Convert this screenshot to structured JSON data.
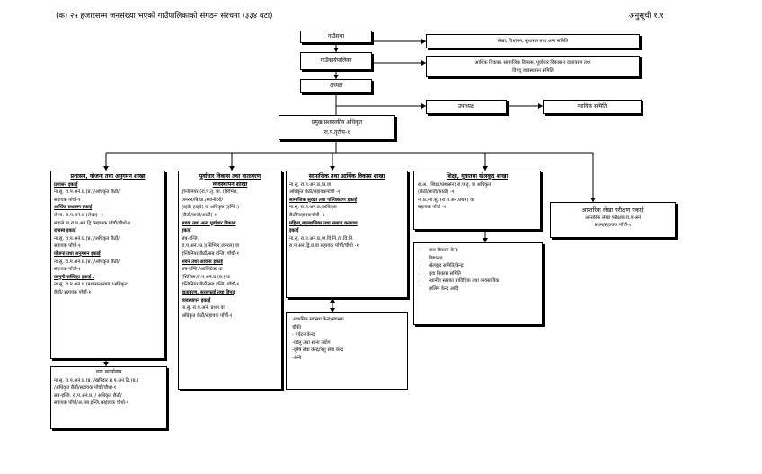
{
  "header": {
    "title": "(क) २५ हजारसम्म जनसंख्या भएको गाउँपालिकाको संगठन संरचना (३३४ वटा)",
    "annex": "अनुसूची १.१"
  },
  "top_nodes": {
    "gaunsabha": "गाउँसभा",
    "gaunkaryapalika": "गाउँकार्यपालिका",
    "adhyaksha": "अध्यक्ष",
    "upadhyaksha": "उपाध्यक्ष",
    "nyayik_samiti": "न्यायिक समिति",
    "cao_title": "प्रमुख प्रशासकीय अधिकृत",
    "cao_rank": "रा.प.तृतीय-१"
  },
  "side_committees": {
    "sabha_committee": "लेखा, विधायन, सुशासन तथा अन्य समिति",
    "karyapalika_committee_line1": "आर्थिक विकास, सामाजिक विकास, पूर्वाधार विकास र वातावरण तथा",
    "karyapalika_committee_line2": "विपद् व्यवस्थापन समिति"
  },
  "branch1": {
    "heading": "प्रशासन, योजना तथा अनुगमन शाखा",
    "lines": [
      {
        "text": "प्रशासन इकाई",
        "u": true
      },
      {
        "text": "ना.सु. रा.प.अनं.प्र.(प्र.)/अधिकृत छैठौं/",
        "u": false
      },
      {
        "text": "सहायक पाँचौं-१",
        "u": false
      },
      {
        "text": "आर्थिक प्रशासन इकाई",
        "u": true
      },
      {
        "text": "ले.पा. रा.प.अनं.प्र (लेखा) -१",
        "u": false
      },
      {
        "text": "सहाले.पा.रा.प.अनं.द्वि./सहायक पाँचौं/चौथो-१",
        "u": false
      },
      {
        "text": "राजस्व इकाई",
        "u": true
      },
      {
        "text": "ना.सु. रा.प.अनं.प्र.(प्र.)/अधिकृत छैठौं/",
        "u": false
      },
      {
        "text": "सहायक पाँचौं-१",
        "u": false
      },
      {
        "text": "योजना तथा अनुगमन इकाई",
        "u": true
      },
      {
        "text": "ना.सु. रा.प.अनं.प्र.(प्र.)/अधिकृत छैठौं/",
        "u": false
      },
      {
        "text": "सहायक पाँचौं-१",
        "u": false
      },
      {
        "text": "कानुनी सल्लिहा इकाई :",
        "u": true
      },
      {
        "text": "ना.सु. रा.प.अनं.प्र.(प्रशासन/न्याय)/अधिकृत",
        "u": false
      },
      {
        "text": "छैठौं/ सहायक पाँचौं-१",
        "u": false
      }
    ]
  },
  "ward_office": {
    "heading": "वडा कार्यालय",
    "lines": [
      "ना.सु. रा.प.अनं.प्र.(प्र.)/खरिदार रा.प.अनं.द्वि.(प्र.)",
      "/अधिकृत छैठौं/सहायक पाँचौं/चौथो-१",
      "सब-इन्जि. रा.प.अनं.प्र. / अधिकृत छैठौं/",
      "सहायक पाँचौं/अ.सब.इन्जि./सहायक चौथो-१"
    ]
  },
  "branch2": {
    "heading_line1": "पूर्वाधार विकास तथा वातावरण",
    "heading_line2": "व्यवस्थापन शाखा",
    "lines": [
      {
        "text": "इन्जिनियर (रा.प.तृ. प्रा. (सिभिल,",
        "u": false
      },
      {
        "text": "जनरल/बि.प्रा./स्यानीटरी/",
        "u": false
      },
      {
        "text": "हाइवे/ हाइवे) वा अधिकृत (इन्जि.)",
        "u": false
      },
      {
        "text": "(छैठौं/सातौं/आठौं)-१",
        "u": false
      },
      {
        "text": "सडक तथा अन्य पूर्वाधार विकास",
        "u": true
      },
      {
        "text": "इकाई",
        "u": true
      },
      {
        "text": "सब-इन्जि.",
        "u": false
      },
      {
        "text": "रा.प.अनं.(प्र.)(सिभिल,जनरल) वा",
        "u": false
      },
      {
        "text": "इन्जिनियर छैठौं/सब इन्जि. पाँचौं-१",
        "u": false
      },
      {
        "text": "भवन तथा आवास इकाई",
        "u": true
      },
      {
        "text": "सब-इन्जि./आर्किटेक्ट वा",
        "u": false
      },
      {
        "text": "(सिभिल,रा.प.अनं.प्र (प्र.) वा",
        "u": false
      },
      {
        "text": "इन्जिनियर छैठौं/सब इन्जि. पाँचौं-१",
        "u": false
      },
      {
        "text": "वातावरण, सरसफाई तथा विपद्",
        "u": true
      },
      {
        "text": "व्यवस्थापन इकाई",
        "u": true
      },
      {
        "text": "ना.सु. रा.प.अनं. प्रथम वा",
        "u": false
      },
      {
        "text": "अधिकृत छैठौं/सहायक पाँचौं-१",
        "u": false
      }
    ]
  },
  "branch3": {
    "heading": "सामाजिक तथा आर्थिक विकास शाखा",
    "lines": [
      {
        "text": "ना.सु. रा.प.अनं.प्र./प्र.वा",
        "u": false
      },
      {
        "text": "अधिकृत छैठौं/सहायकपाँचौं -१",
        "u": false
      },
      {
        "text": "सामाजिक सुरक्षा तथा पञ्जिकरण इकाई",
        "u": true
      },
      {
        "text": "ना.सु. रा.प.अनं.प्र./अधिकृत",
        "u": false
      },
      {
        "text": "छैठौं/सहायकपाँचौं -१",
        "u": false
      },
      {
        "text": "महिला,बालबालिका तथा समाज कल्याण",
        "u": true
      },
      {
        "text": "इकाई",
        "u": true
      },
      {
        "text": "ना.सु. रा.प.अनं.प्र./म.वि.नि./ब.वि.नि.",
        "u": false
      },
      {
        "text": "रा.प.अनं.द्वि.प्र.वा सहायक पाँचौं/चौथो -१",
        "u": false
      }
    ]
  },
  "branch3_list": [
    "-प्राथमिक स्वास्थ्य केन्द्र/स्वास्थ्य",
    "चौकी",
    "- पर्यटन केन्द्र",
    "-घरेलु तथा साना उद्योग",
    "-कृषि सेवा केन्द्र/पशु सेवा केन्द्र",
    "-अन्य"
  ],
  "branch4": {
    "heading": "शिक्षा, युवातथा खेलकुद शाखा",
    "lines": [
      "रा.अ. (शिक्षा/प्रशासन) रा.प.तृ. वा अधिकृत",
      "(छैठौं/सातौं/आठौं) -१",
      "ना.प्र./ना.सु. (रा.प.अनं.प्रथम) वा",
      "सहायक पाँचौं -१"
    ]
  },
  "branch4_list": [
    "बाल विकास केन्द्र",
    "विद्यालय",
    "खेलकुद समिति/केन्द्र",
    "युवा विकास समिति",
    "स्थानीय स्तरका प्राविधिक तथा व्यवसायिक",
    "तालिम केन्द्र आदि"
  ],
  "audit_unit": {
    "heading": "आन्तरिक लेखा परीक्षण एकाई",
    "line1": "आन्तरिक लेखा परीक्षक,रा.प.अनं",
    "line2": "प्रथम/सहायक पाँचौं-१"
  }
}
